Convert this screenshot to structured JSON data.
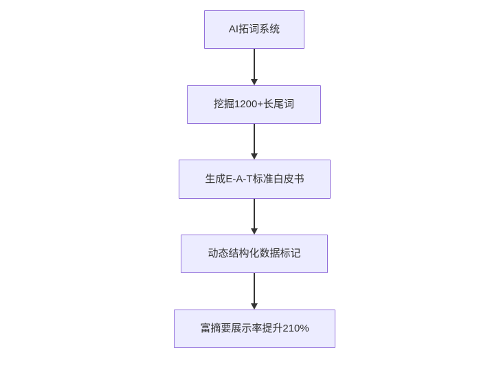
{
  "diagram": {
    "type": "flowchart",
    "direction": "top-down",
    "background": "#ffffff",
    "colors": {
      "node_fill": "#ececff",
      "node_border": "#9370db",
      "node_text": "#333333",
      "arrow": "#333333"
    },
    "nodes": [
      {
        "id": "n1",
        "label": "AI拓词系统"
      },
      {
        "id": "n2",
        "label": "挖掘1200+长尾词"
      },
      {
        "id": "n3",
        "label": "生成E-A-T标准白皮书"
      },
      {
        "id": "n4",
        "label": "动态结构化数据标记"
      },
      {
        "id": "n5",
        "label": "富摘要展示率提升210%"
      }
    ],
    "edges": [
      {
        "from": "n1",
        "to": "n2",
        "style": "arrow-down"
      },
      {
        "from": "n2",
        "to": "n3",
        "style": "arrow-down"
      },
      {
        "from": "n3",
        "to": "n4",
        "style": "arrow-down"
      },
      {
        "from": "n4",
        "to": "n5",
        "style": "arrow-down"
      }
    ]
  }
}
